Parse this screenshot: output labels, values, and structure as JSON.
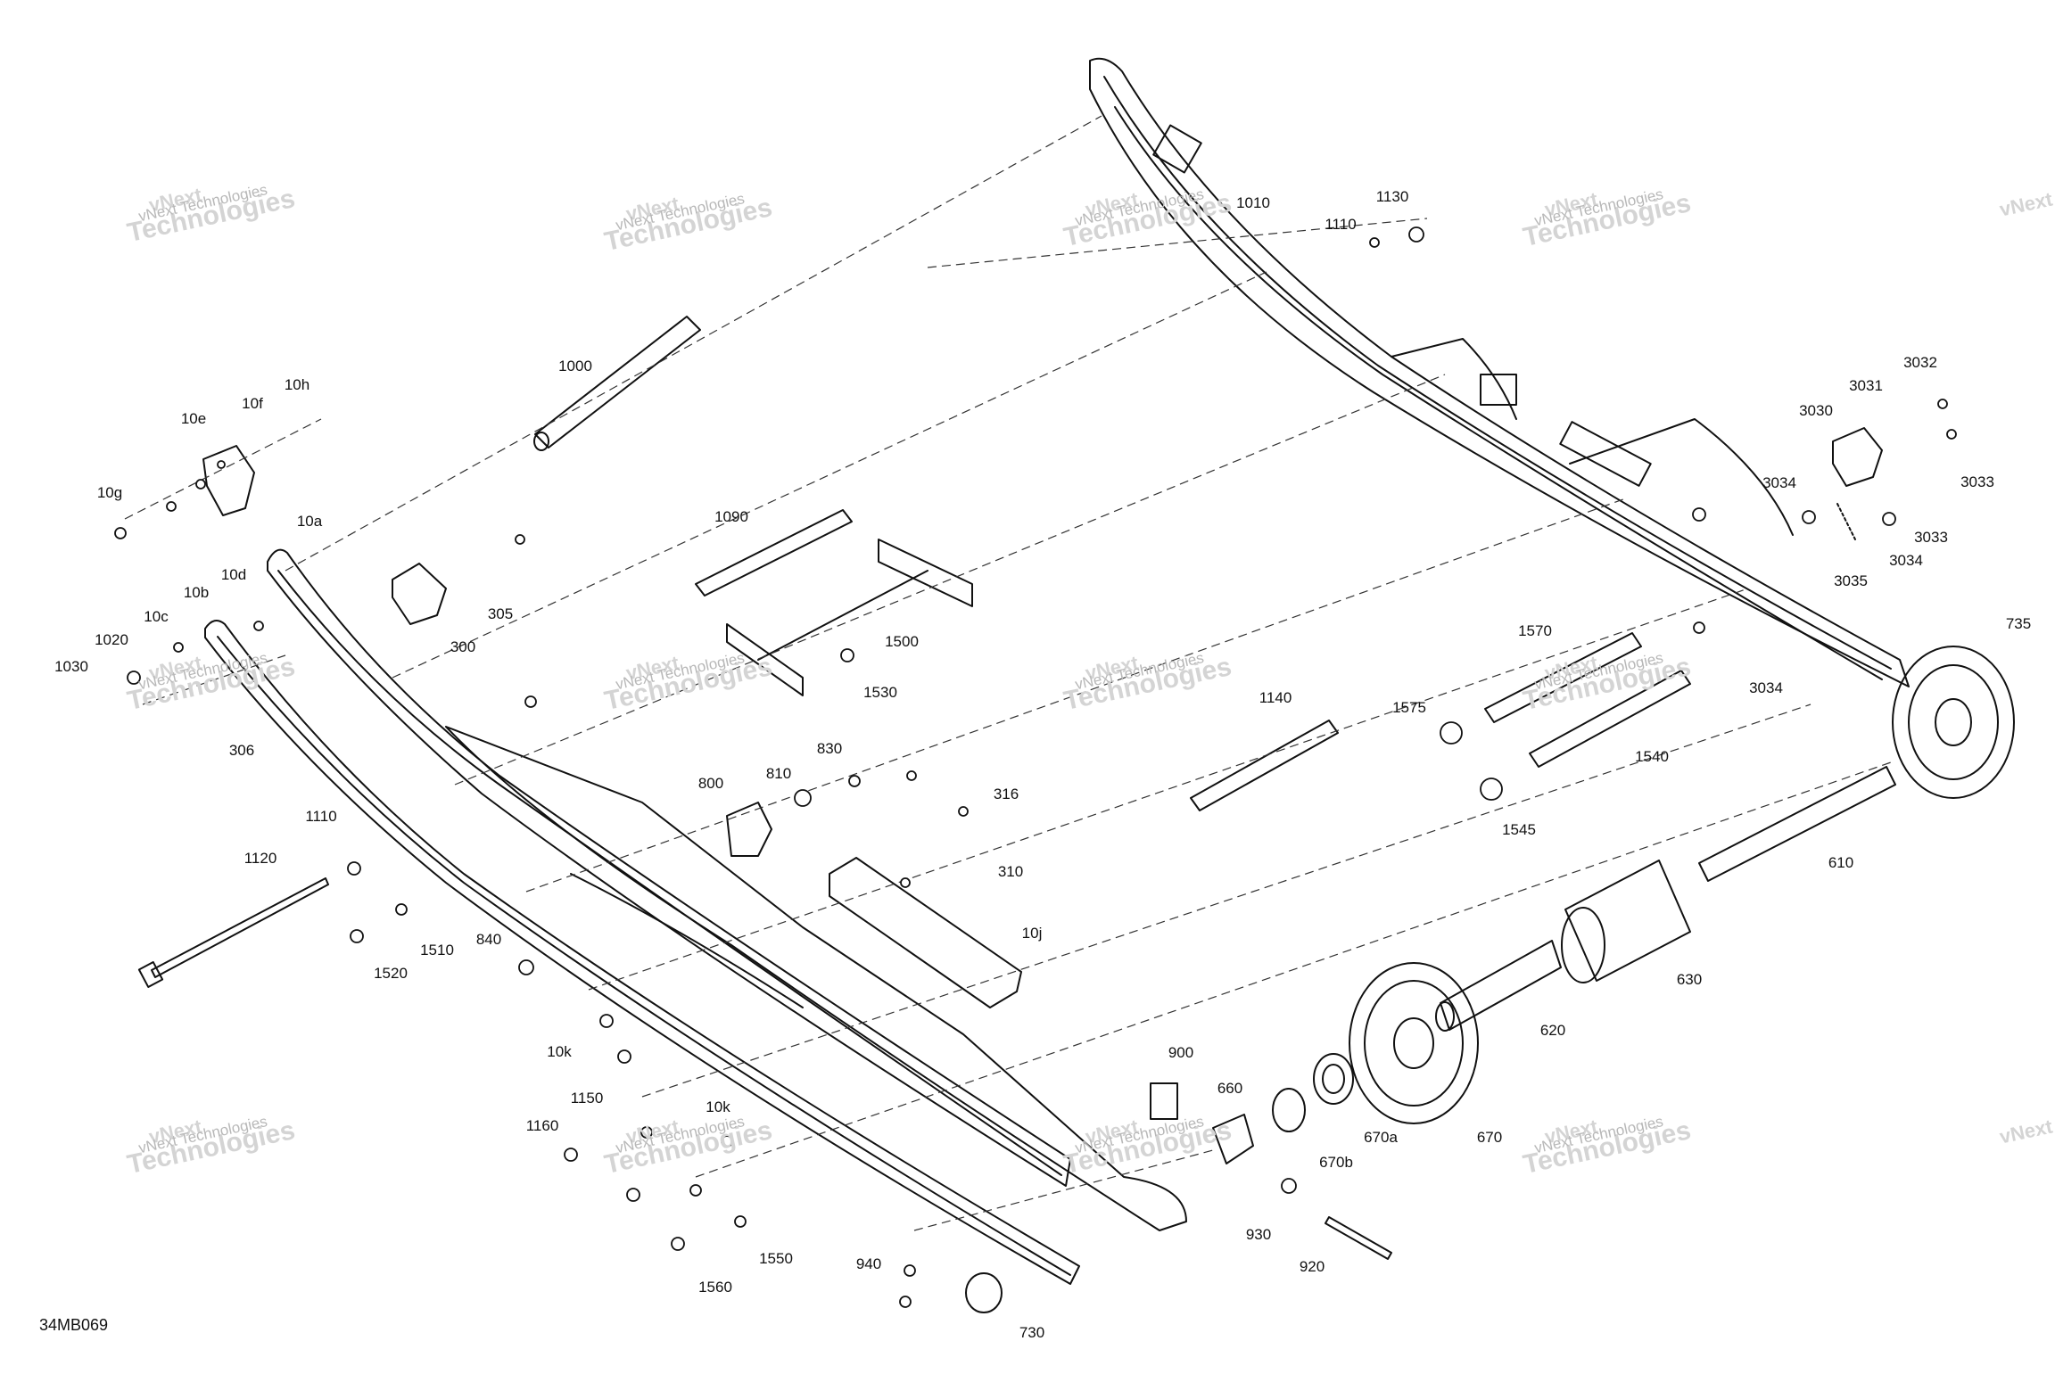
{
  "diagram_id": "34MB069",
  "watermark": {
    "line1": "vNext",
    "line2": "Technologies",
    "line3": "vNext Technologies"
  },
  "callouts": [
    "1000",
    "1010",
    "10a",
    "10b",
    "10c",
    "10d",
    "10e",
    "10f",
    "10g",
    "10h",
    "10j",
    "10k",
    "1020",
    "1030",
    "1090",
    "1110",
    "1120",
    "1130",
    "1140",
    "1150",
    "1160",
    "1500",
    "1510",
    "1520",
    "1530",
    "1540",
    "1545",
    "1550",
    "1560",
    "1570",
    "1575",
    "300",
    "305",
    "306",
    "310",
    "316",
    "3030",
    "3031",
    "3032",
    "3033",
    "3034",
    "3035",
    "610",
    "620",
    "630",
    "660",
    "670",
    "670a",
    "670b",
    "730",
    "735",
    "800",
    "810",
    "830",
    "840",
    "900",
    "920",
    "930",
    "940"
  ]
}
